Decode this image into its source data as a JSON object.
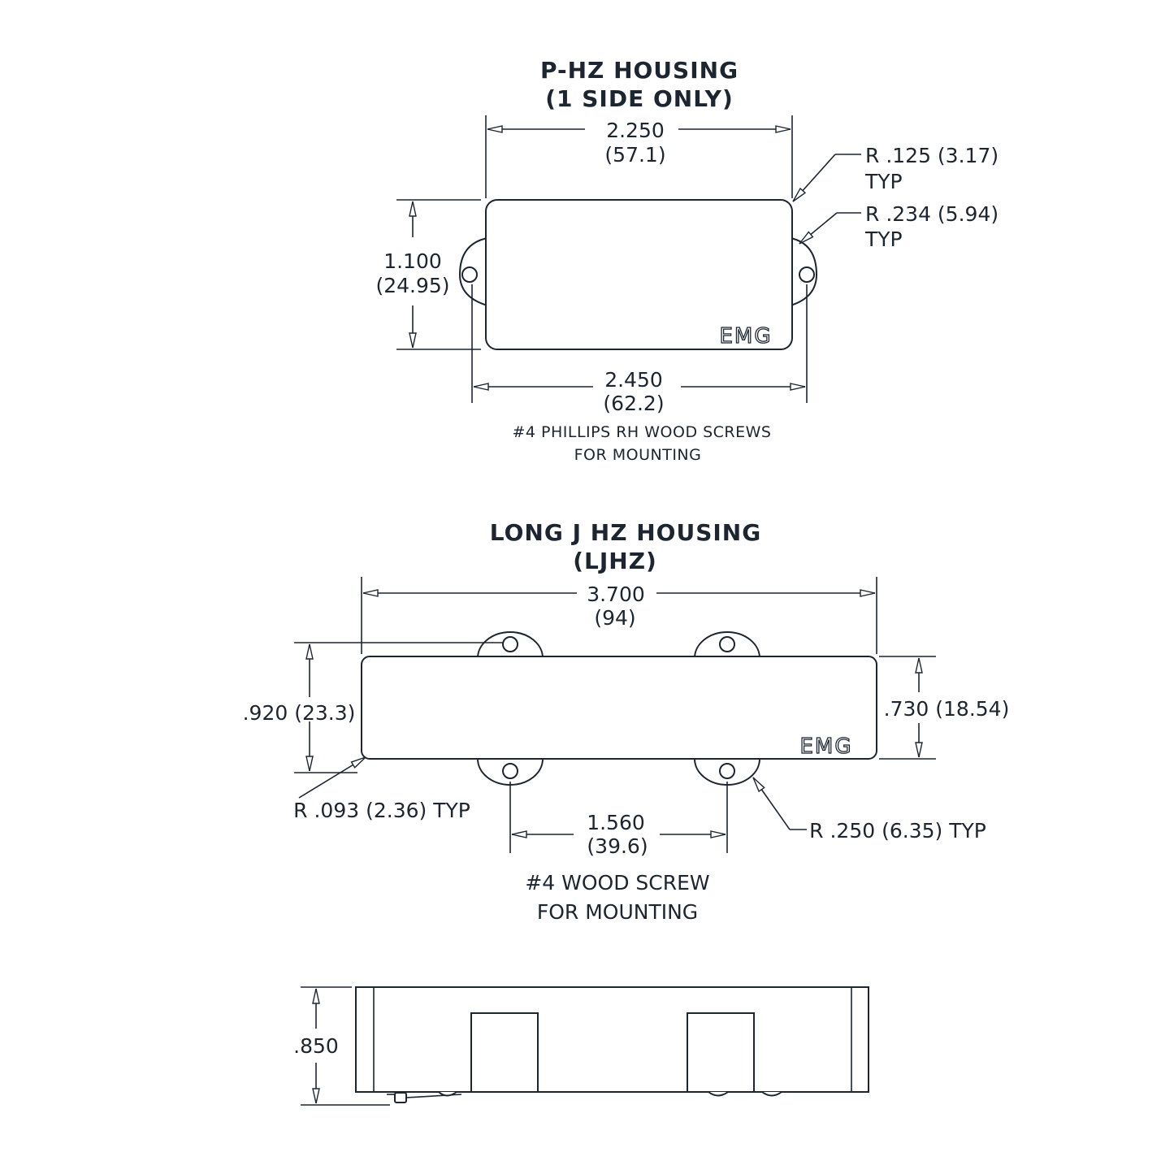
{
  "phz": {
    "title_line1": "P-HZ HOUSING",
    "title_line2": "(1 SIDE ONLY)",
    "width_in": "2.250",
    "width_mm": "(57.1)",
    "height_in": "1.100",
    "height_mm": "(24.95)",
    "overall_in": "2.450",
    "overall_mm": "(62.2)",
    "radius1": "R .125 (3.17)",
    "radius1_typ": "TYP",
    "radius2": "R .234 (5.94)",
    "radius2_typ": "TYP",
    "logo": "EMG",
    "note_line1": "#4 PHILLIPS RH WOOD SCREWS",
    "note_line2": "FOR MOUNTING"
  },
  "ljhz": {
    "title_line1": "LONG J HZ HOUSING",
    "title_line2": "(LJHZ)",
    "width_in": "3.700",
    "width_mm": "(94)",
    "overall_height": ".920 (23.3)",
    "body_height": ".730 (18.54)",
    "radius_small": "R .093 (2.36) TYP",
    "radius_large": "R .250 (6.35) TYP",
    "screw_in": "1.560",
    "screw_mm": "(39.6)",
    "logo": "EMG",
    "note_line1": "#4 WOOD SCREW",
    "note_line2": "FOR MOUNTING"
  },
  "side_view": {
    "height": ".850"
  }
}
